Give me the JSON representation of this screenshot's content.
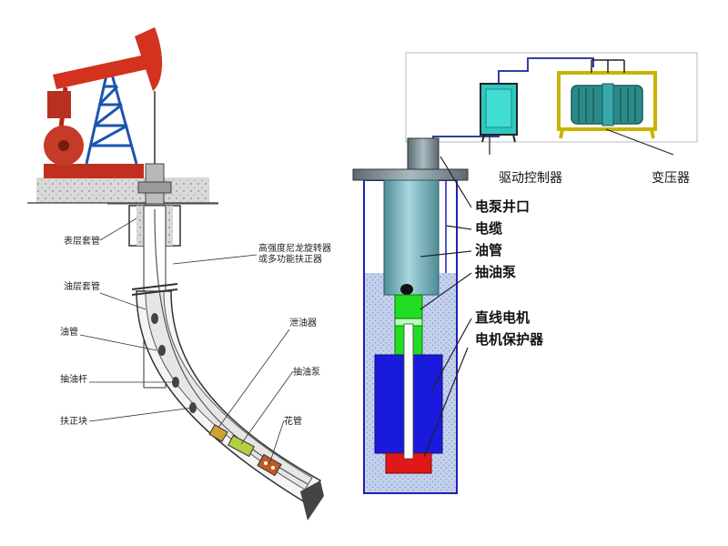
{
  "left_diagram": {
    "labels": {
      "surface_casing": "表层套管",
      "centralizer_note_line1": "高强度尼龙旋转器",
      "centralizer_note_line2": "或多功能扶正器",
      "oil_casing": "油层套管",
      "tubing": "油管",
      "sucker_rod": "抽油杆",
      "centralizer": "扶正块",
      "drain_valve": "泄油器",
      "pump": "抽油泵",
      "screen_pipe": "花管"
    }
  },
  "right_diagram": {
    "labels": {
      "drive_controller": "驱动控制器",
      "transformer": "变压器",
      "wellhead": "电泵井口",
      "cable": "电缆",
      "tubing": "油管",
      "pump": "抽油泵",
      "linear_motor": "直线电机",
      "motor_protector": "电机保护器"
    },
    "colors": {
      "tubing": "#7fb8c4",
      "pump": "#22dd22",
      "motor": "#1a1adc",
      "protector": "#e01818",
      "fluid": "#b8c8e8",
      "controller": "#2ec8c0",
      "transformer": "#2a8a8a",
      "frame": "#c8b400"
    }
  }
}
